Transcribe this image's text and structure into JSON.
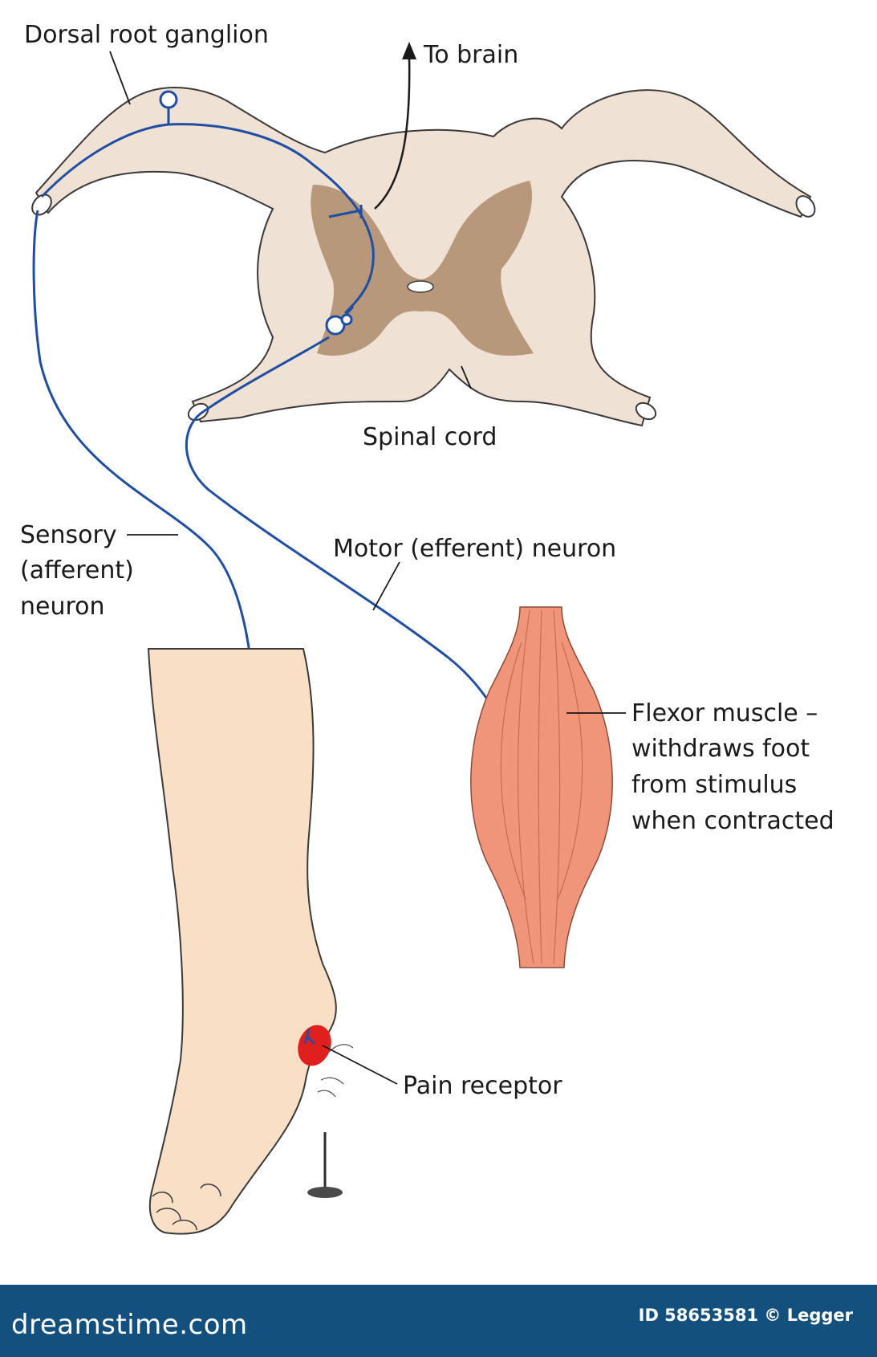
{
  "labels": {
    "dorsal_root_ganglion": "Dorsal root ganglion",
    "to_brain": "To brain",
    "spinal_cord": "Spinal cord",
    "sensory_line1": "Sensory",
    "sensory_line2": "(afferent)",
    "sensory_line3": "neuron",
    "motor_neuron": "Motor (efferent) neuron",
    "flexor_line1": "Flexor muscle –",
    "flexor_line2": "withdraws foot",
    "flexor_line3": "from stimulus",
    "flexor_line4": "when contracted",
    "pain_receptor": "Pain receptor"
  },
  "footer": {
    "logo": "dreamstime.com",
    "id_text": "ID 58653581 © Legger"
  },
  "colors": {
    "neuron": "#1f4ea3",
    "white_matter": "#efe1d3",
    "grey_matter": "#b8987a",
    "skin": "#f9dfc6",
    "muscle": "#f0957a",
    "pain_receptor": "#e0201e",
    "footer_bar": "#13507d"
  }
}
